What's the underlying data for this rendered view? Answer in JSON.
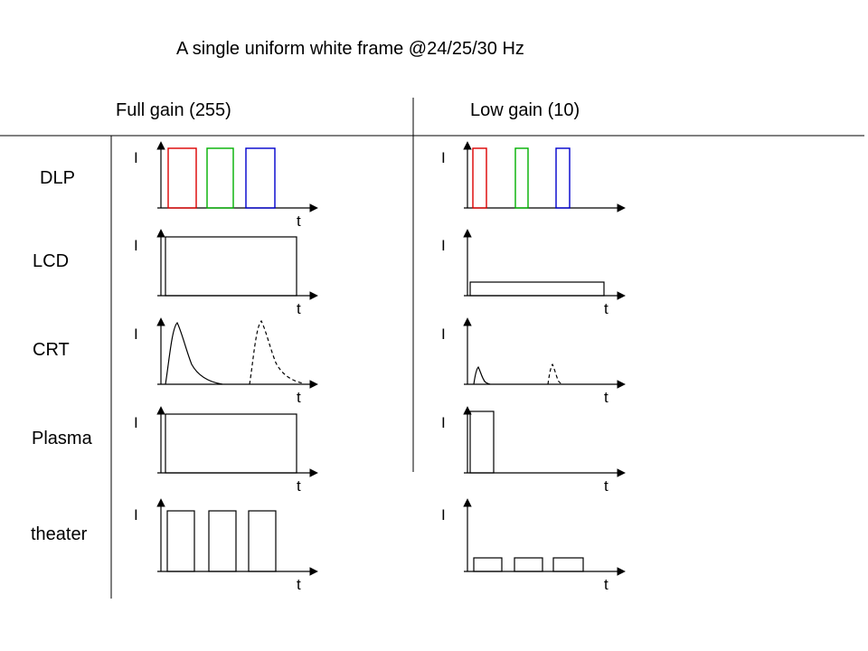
{
  "title": "A single uniform white frame @24/25/30 Hz",
  "columns": {
    "full_gain": "Full gain (255)",
    "low_gain": "Low gain (10)"
  },
  "axis": {
    "intensity": "I",
    "time": "t"
  },
  "rows": [
    {
      "label": "DLP",
      "full_gain_waveform": "three full-height sequential color pulses (red, green, blue)",
      "low_gain_waveform": "three narrow full-height color pulses (red, green, blue)"
    },
    {
      "label": "LCD",
      "full_gain_waveform": "full-height pulse spanning the whole frame",
      "low_gain_waveform": "low-amplitude pulse spanning the whole frame"
    },
    {
      "label": "CRT",
      "full_gain_waveform": "tall fast-decaying flash followed by dashed repeated flash",
      "low_gain_waveform": "small fast-decaying flash followed by dashed repeated flash"
    },
    {
      "label": "Plasma",
      "full_gain_waveform": "full-height pulse spanning the whole frame",
      "low_gain_waveform": "narrow full-height pulse at frame start"
    },
    {
      "label": "theater",
      "full_gain_waveform": "three full-height pulses",
      "low_gain_waveform": "three low-amplitude pulses"
    }
  ],
  "colors": {
    "red": "#dd0000",
    "green": "#00b000",
    "blue": "#0000cc",
    "line": "#000000"
  }
}
